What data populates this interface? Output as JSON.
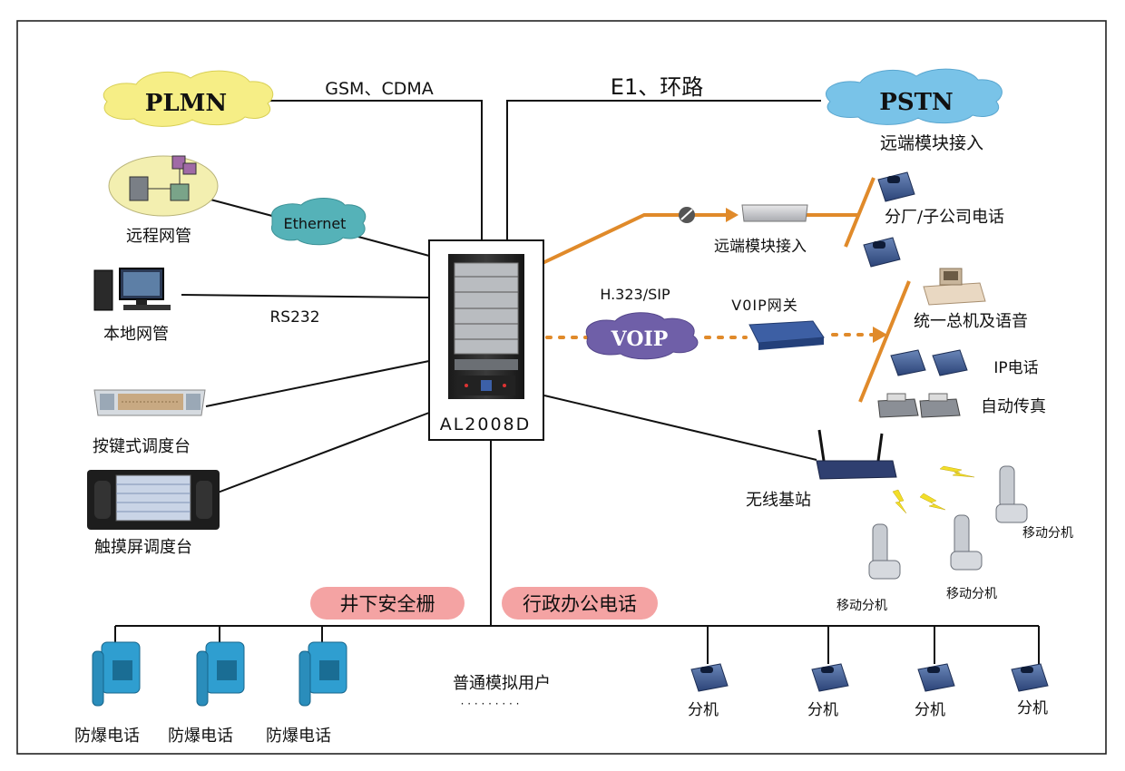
{
  "colors": {
    "frame": "#222222",
    "line": "#111111",
    "orange": "#e08a2a",
    "plmn_cloud": "#f6ee86",
    "pstn_cloud": "#79c3e8",
    "voip_cloud": "#6f5fa8",
    "ethernet_cloud": "#55b2b8",
    "pill": "#f4a3a3",
    "lan_bubble": "#f3efb0"
  },
  "top": {
    "plmn": "PLMN",
    "pstn": "PSTN",
    "gsm_cdma": "GSM、CDMA",
    "e1_loop": "E1、环路",
    "remote_module_title": "远端模块接入"
  },
  "left": {
    "remote_mgmt": "远程网管",
    "ethernet": "Ethernet",
    "rs232": "RS232",
    "local_mgmt": "本地网管",
    "key_console": "按键式调度台",
    "touch_console": "触摸屏调度台"
  },
  "center": {
    "switch_model": "AL2008D"
  },
  "right": {
    "remote_module": "远端模块接入",
    "branch_phone": "分厂/子公司电话",
    "h323_sip": "H.323/SIP",
    "voip": "VOIP",
    "voip_gateway": "V0IP网关",
    "unified_pbx": "统一总机及语音",
    "ip_phone": "IP电话",
    "auto_fax": "自动传真",
    "wireless_bs": "无线基站",
    "mobile_ext_1": "移动分机",
    "mobile_ext_2": "移动分机",
    "mobile_ext_3": "移动分机"
  },
  "bottom": {
    "safety_barrier": "井下安全栅",
    "admin_phone": "行政办公电话",
    "analog_users": "普通模拟用户",
    "analog_dots": "· · · · · · · · ·",
    "explosion_phones": [
      "防爆电话",
      "防爆电话",
      "防爆电话"
    ],
    "extensions": [
      "分机",
      "分机",
      "分机",
      "分机"
    ]
  }
}
